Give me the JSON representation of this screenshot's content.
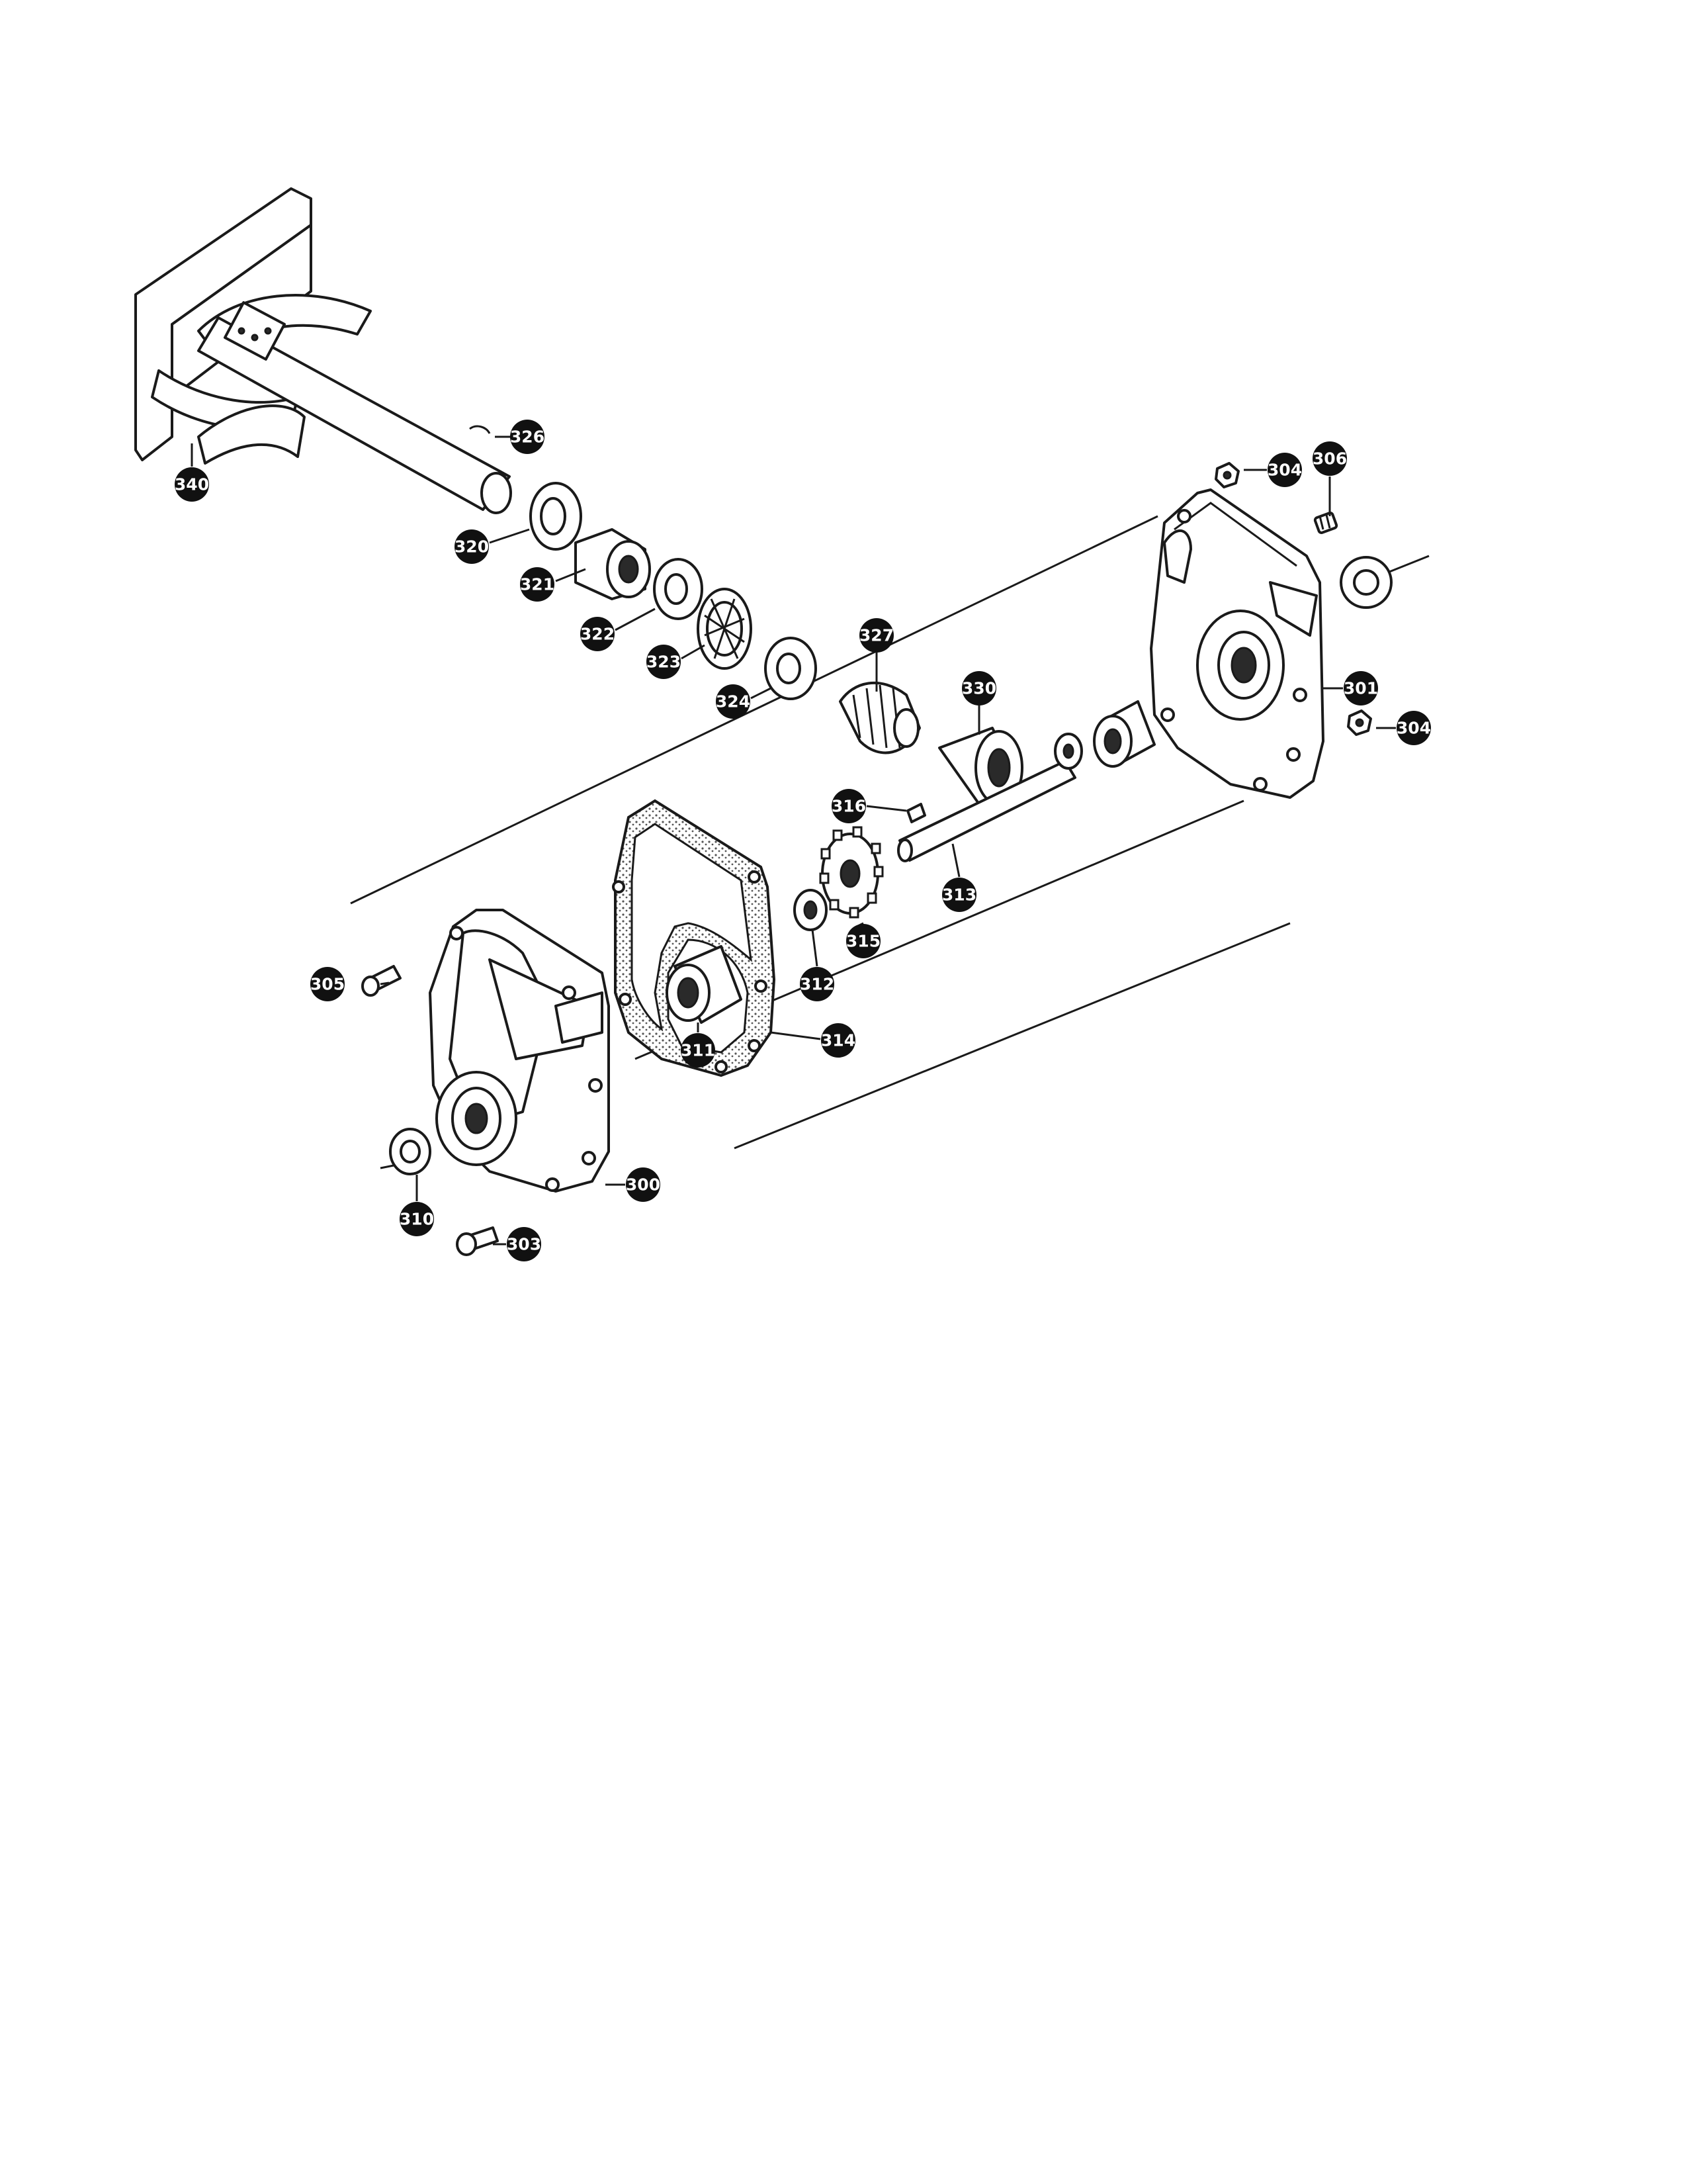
{
  "diagram": {
    "callouts": [
      {
        "id": "326",
        "label": "326"
      },
      {
        "id": "340",
        "label": "340"
      },
      {
        "id": "320",
        "label": "320"
      },
      {
        "id": "321",
        "label": "321"
      },
      {
        "id": "322",
        "label": "322"
      },
      {
        "id": "323",
        "label": "323"
      },
      {
        "id": "324",
        "label": "324"
      },
      {
        "id": "327",
        "label": "327"
      },
      {
        "id": "330",
        "label": "330"
      },
      {
        "id": "304a",
        "label": "304"
      },
      {
        "id": "306",
        "label": "306"
      },
      {
        "id": "301",
        "label": "301"
      },
      {
        "id": "304b",
        "label": "304"
      },
      {
        "id": "316",
        "label": "316"
      },
      {
        "id": "313",
        "label": "313"
      },
      {
        "id": "315",
        "label": "315"
      },
      {
        "id": "312",
        "label": "312"
      },
      {
        "id": "314",
        "label": "314"
      },
      {
        "id": "311",
        "label": "311"
      },
      {
        "id": "305",
        "label": "305"
      },
      {
        "id": "300",
        "label": "300"
      },
      {
        "id": "310",
        "label": "310"
      },
      {
        "id": "303",
        "label": "303"
      }
    ]
  }
}
